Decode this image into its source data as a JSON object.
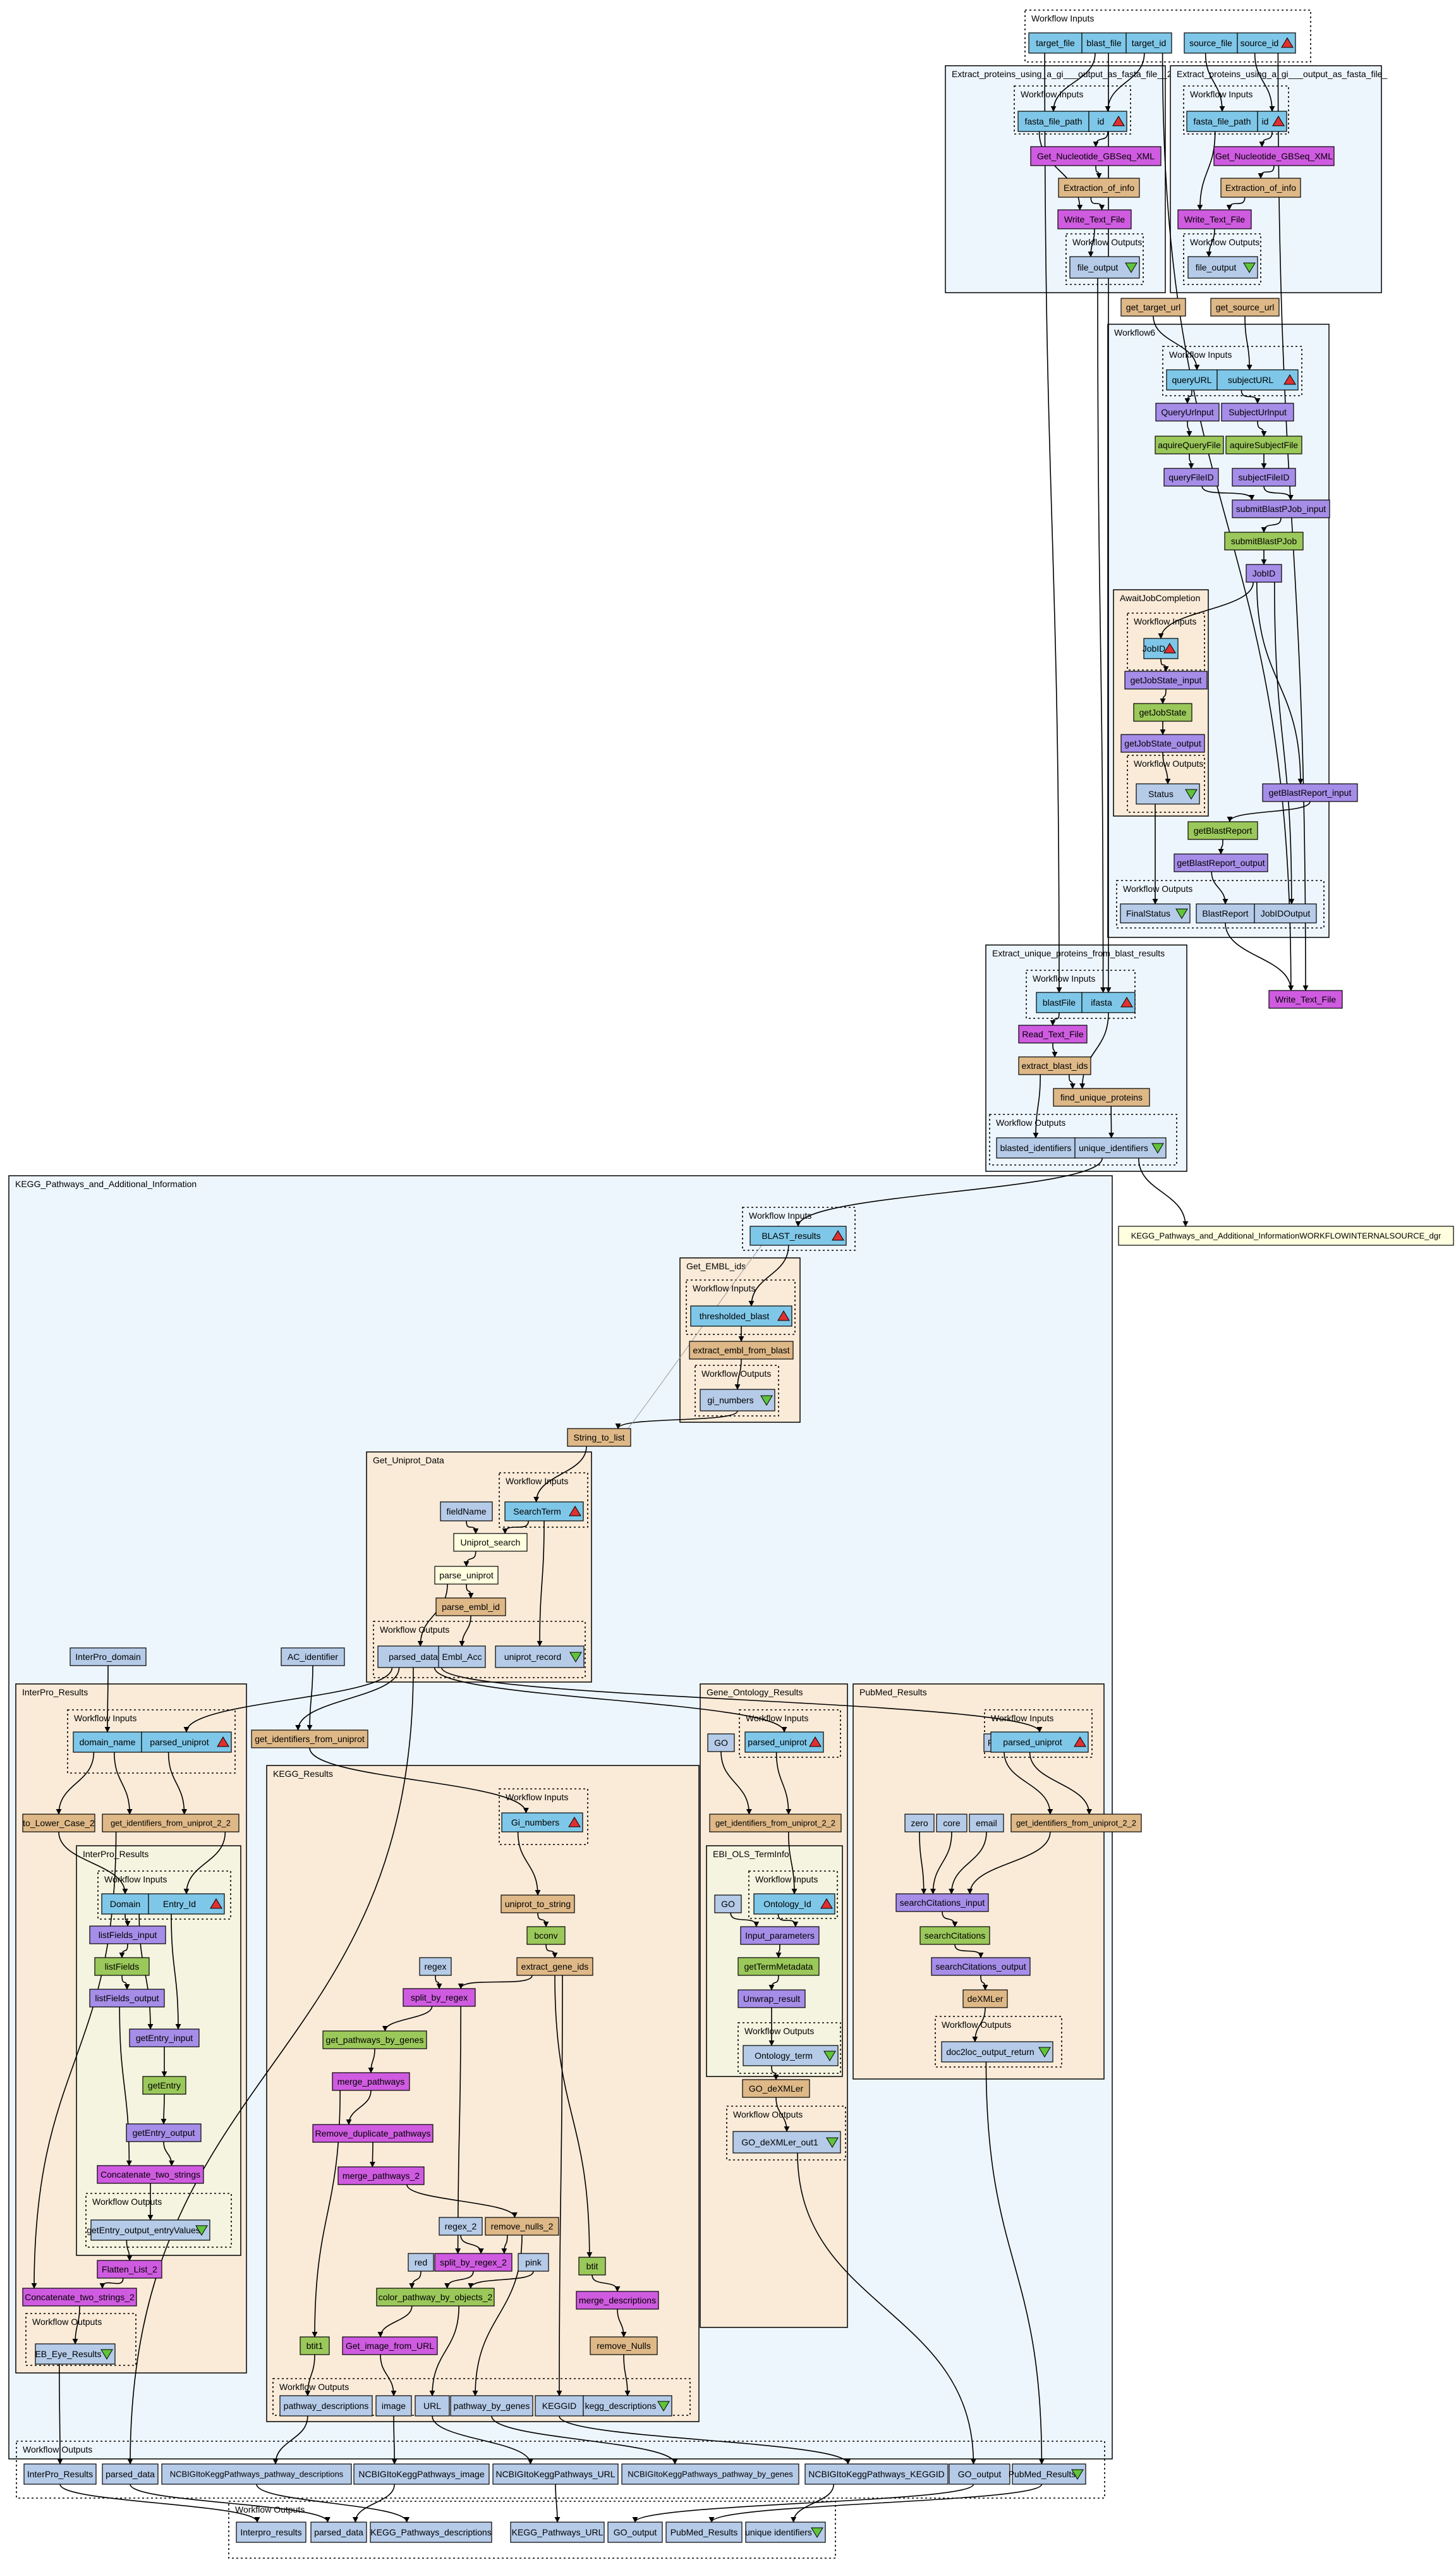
{
  "colors": {
    "input": "#7fc7e8",
    "output": "#b5cbe8",
    "beanshell": "#deb887",
    "rest": "#cf5be0",
    "wsdl": "#9bc85a",
    "xml_splitter": "#a68de8",
    "text_constant": "#ffffe0",
    "pipeline_node": "#b5cbe8",
    "cluster_workflow": "#eef6fd",
    "cluster_nested": "#faebd8",
    "cluster_inner": "#f4f4e0"
  },
  "icons": {
    "input_marker": "red-triangle-up-icon",
    "output_marker": "green-triangle-down-icon"
  },
  "clusters": {
    "top_inputs": "Workflow Inputs",
    "extract_2": "Extract_proteins_using_a_gi___output_as_fasta_file__2",
    "extract_1": "Extract_proteins_using_a_gi___output_as_fasta_file_",
    "workflow_inputs": "Workflow Inputs",
    "workflow_outputs": "Workflow Outputs",
    "workflow6": "Workflow6",
    "await": "AwaitJobCompletion",
    "extract_unique": "Extract_unique_proteins_from_blast_results",
    "kegg_main": "KEGG_Pathways_and_Additional_Information",
    "embl": "Get_EMBL_ids",
    "uniprot": "Get_Uniprot_Data",
    "interpro_results": "InterPro_Results",
    "interpro_inner": "InterPro_Results",
    "kegg_results": "KEGG_Results",
    "go_results": "Gene_Ontology_Results",
    "ebi_ols": "EBI_OLS_TermInfo",
    "pubmed": "PubMed_Results"
  },
  "nodes": {
    "target_file": "target_file",
    "blast_file": "blast_file",
    "target_id": "target_id",
    "source_file": "source_file",
    "source_id": "source_id",
    "fasta_file_path": "fasta_file_path",
    "id": "id",
    "get_nucleotide_gbseq_xml": "Get_Nucleotide_GBSeq_XML",
    "extraction_of_info": "Extraction_of_info",
    "write_text_file": "Write_Text_File",
    "file_output": "file_output",
    "get_target_url": "get_target_url",
    "get_source_url": "get_source_url",
    "queryurl": "queryURL",
    "subjecturl": "subjectURL",
    "queryurlinput": "QueryUrlnput",
    "subjecturlinput": "SubjectUrlnput",
    "aquirequeryfile": "aquireQueryFile",
    "aquiresubjectfile": "aquireSubjectFile",
    "queryfileid": "queryFileID",
    "subjectfileid": "subjectFileID",
    "submitblastpjob_input": "submitBlastPJob_input",
    "submitblastpjob": "submitBlastPJob",
    "jobid": "JobID",
    "jobid_in": "JobID",
    "getjobstate_input": "getJobState_input",
    "getjobstate": "getJobState",
    "getjobstate_output": "getJobState_output",
    "status": "Status",
    "getblastreport_input": "getBlastReport_input",
    "getblastreport": "getBlastReport",
    "getblastreport_output": "getBlastReport_output",
    "finalstatus": "FinalStatus",
    "blastreport": "BlastReport",
    "jobidoutput": "JobIDOutput",
    "blastfile": "blastFile",
    "ifasta": "ifasta",
    "read_text_file": "Read_Text_File",
    "extract_blast_ids": "extract_blast_ids",
    "find_unique_proteins": "find_unique_proteins",
    "blasted_identifiers": "blasted_identifiers",
    "unique_identifiers": "unique_identifiers",
    "kegg_source_dgr": "KEGG_Pathways_and_Additional_InformationWORKFLOWINTERNALSOURCE_dgr",
    "blast_results": "BLAST_results",
    "thresholded_blast": "thresholded_blast",
    "extract_embl_from_blast": "extract_embl_from_blast",
    "gi_numbers": "gi_numbers",
    "string_to_list": "String_to_list",
    "fieldname": "fieldName",
    "searchterm": "SearchTerm",
    "uniprot_search": "Uniprot_search",
    "parse_uniprot": "parse_uniprot",
    "parse_embl_id": "parse_embl_id",
    "parsed_data": "parsed_data",
    "embl_acc": "Embl_Acc",
    "uniprot_record": "uniprot_record",
    "interpro_domain": "InterPro_domain",
    "ac_identifier": "AC_identifier",
    "domain_name": "domain_name",
    "parsed_uniprot": "parsed_uniprot",
    "to_lower_case_2": "to_Lower_Case_2",
    "get_identifiers_from_uniprot_2_2": "get_identifiers_from_uniprot_2_2",
    "get_identifiers_from_uniprot": "get_identifiers_from_uniprot",
    "domain": "Domain",
    "entry_id": "Entry_Id",
    "listfields_input": "listFields_input",
    "listfields": "listFields",
    "listfields_output": "listFields_output",
    "getentry_input": "getEntry_input",
    "getentry": "getEntry",
    "getentry_output": "getEntry_output",
    "concatenate_two_strings": "Concatenate_two_strings",
    "getentry_output_entryvalues": "getEntry_output_entryValues",
    "flatten_list_2": "Flatten_List_2",
    "concatenate_two_strings_2": "Concatenate_two_strings_2",
    "eb_eye_results": "EB_Eye_Results",
    "gi_numbers_kegg": "Gi_numbers",
    "uniprot_to_string": "uniprot_to_string",
    "bconv": "bconv",
    "extract_gene_ids": "extract_gene_ids",
    "regex": "regex",
    "split_by_regex": "split_by_regex",
    "get_pathways_by_genes": "get_pathways_by_genes",
    "merge_pathways": "merge_pathways",
    "remove_duplicate_pathways": "Remove_duplicate_pathways",
    "merge_pathways_2": "merge_pathways_2",
    "regex_2": "regex_2",
    "remove_nulls_2": "remove_nulls_2",
    "red": "red",
    "split_by_regex_2": "split_by_regex_2",
    "pink": "pink",
    "color_pathway_by_objects_2": "color_pathway_by_objects_2",
    "btit": "btit",
    "btit1": "btit1",
    "get_image_from_url": "Get_image_from_URL",
    "merge_descriptions": "merge_descriptions",
    "remove_nulls": "remove_Nulls",
    "pathway_descriptions": "pathway_descriptions",
    "image": "image",
    "url": "URL",
    "pathway_by_genes": "pathway_by_genes",
    "keggid": "KEGGID",
    "kegg_descriptions": "kegg_descriptions",
    "go": "GO",
    "ontology_id": "Ontology_Id",
    "input_parameters": "Input_parameters",
    "gettermmetadata": "getTermMetadata",
    "unwrap_result": "Unwrap_result",
    "ontology_term": "Ontology_term",
    "go_dexmler": "GO_deXMLer",
    "go_dexmler_out1": "GO_deXMLer_out1",
    "pubmed": "PubMed",
    "zero": "zero",
    "core": "core",
    "email": "email",
    "searchcitations_input": "searchCitations_input",
    "searchcitations": "searchCitations",
    "searchcitations_output": "searchCitations_output",
    "dexmler": "deXMLer",
    "doc2loc_output_return": "doc2loc_output_return",
    "interpro_results_out": "InterPro_Results",
    "parsed_data_out": "parsed_data",
    "ncbi_pathway_descriptions": "NCBIGItoKeggPathways_pathway_descriptions",
    "ncbi_image": "NCBIGItoKeggPathways_image",
    "ncbi_url": "NCBIGItoKeggPathways_URL",
    "ncbi_pathway_by_genes": "NCBIGItoKeggPathways_pathway_by_genes",
    "ncbi_keggid": "NCBIGItoKeggPathways_KEGGID",
    "go_output": "GO_output",
    "pubmed_results": "PubMed_Results",
    "interpro_results_final": "Interpro_results",
    "parsed_data_final": "parsed_data",
    "kegg_pathways_descriptions": "KEGG_Pathways_descriptions",
    "kegg_pathways_url": "KEGG_Pathways_URL",
    "go_output_final": "GO_output",
    "pubmed_results_final": "PubMed_Results",
    "unique_identifiers_final": "unique identifiers"
  }
}
